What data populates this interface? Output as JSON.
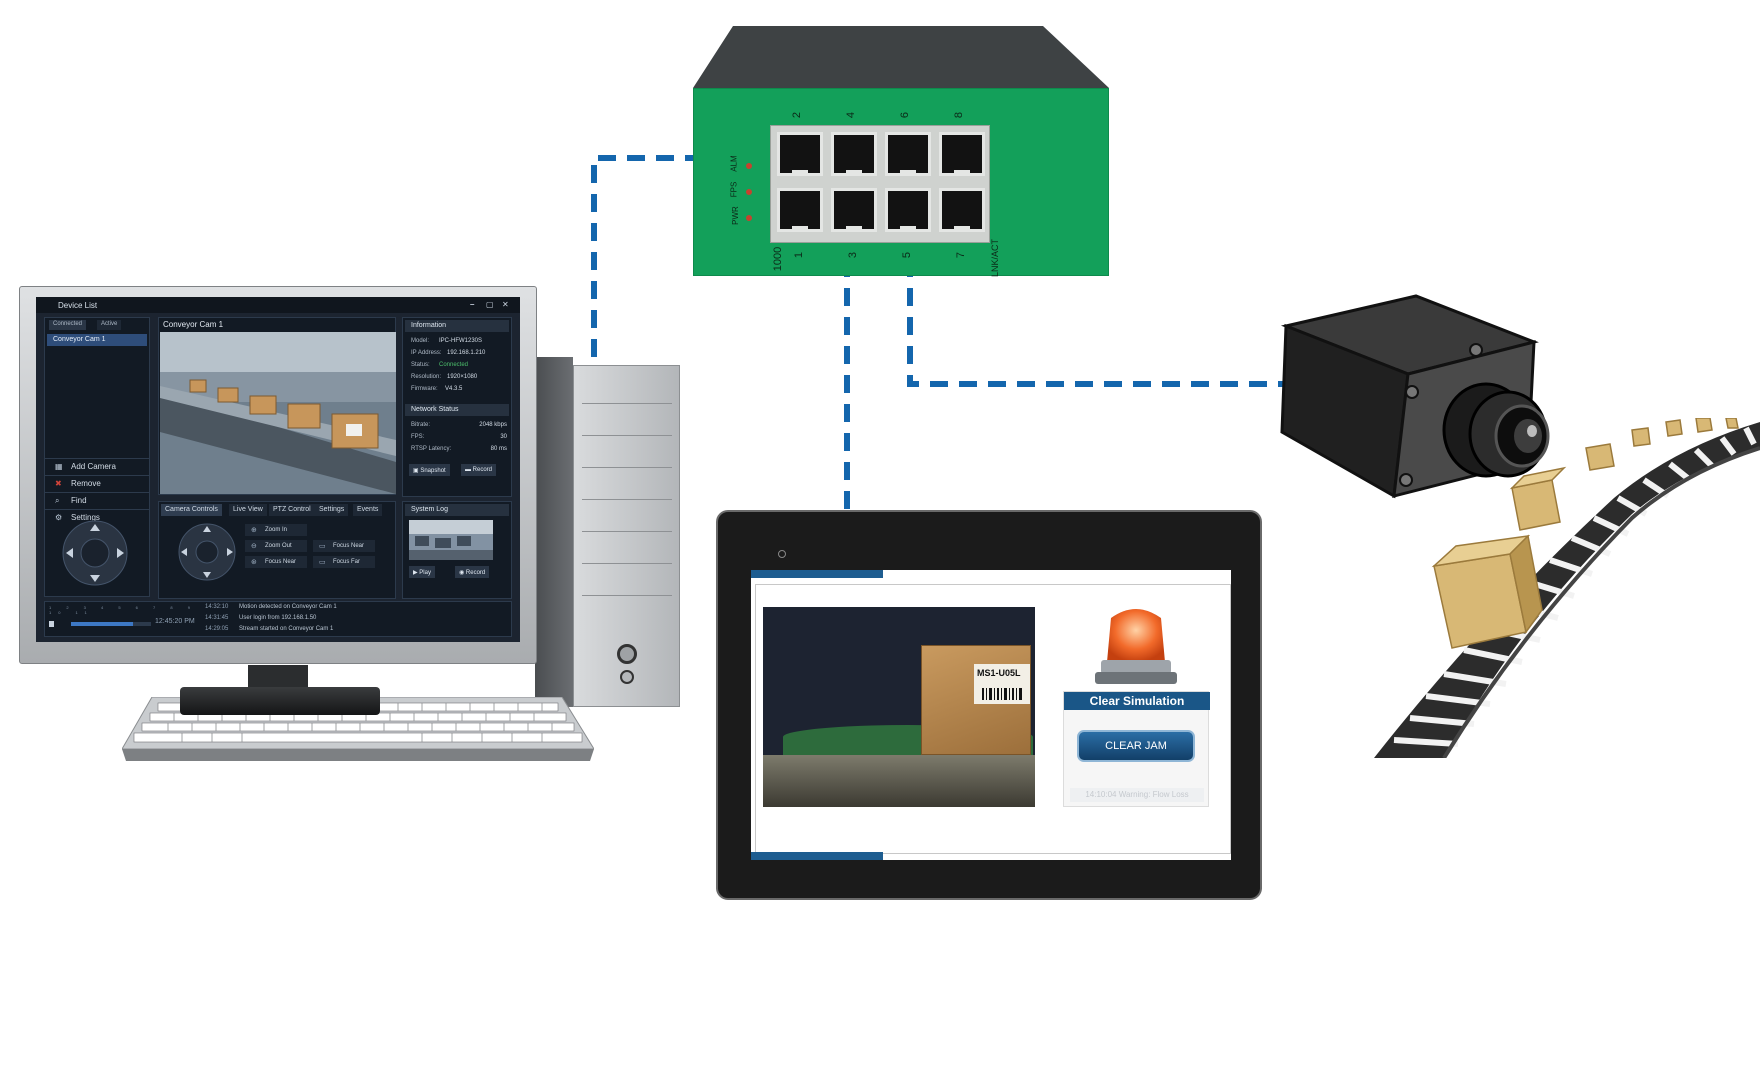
{
  "switch": {
    "port_labels_top": [
      "2",
      "4",
      "6",
      "8"
    ],
    "port_labels_bottom": [
      "1000",
      "1",
      "3",
      "5",
      "7",
      "LNK/ACT"
    ],
    "led_labels": [
      "ALM",
      "FPS",
      "PWR"
    ]
  },
  "desktop_app": {
    "window_title": "Device List",
    "window_buttons": [
      "–",
      "▢",
      "✕"
    ],
    "left_tabs": [
      "Connected",
      "Active"
    ],
    "device": "Conveyor Cam 1",
    "menu": [
      {
        "icon": "add-camera-icon",
        "label": "Add Camera"
      },
      {
        "icon": "remove-icon",
        "label": "Remove"
      },
      {
        "icon": "find-icon",
        "label": "Find"
      },
      {
        "icon": "settings-icon",
        "label": "Settings"
      }
    ],
    "video_label": "Conveyor Cam 1",
    "info_title": "Information",
    "info": [
      {
        "k": "Model:",
        "v": "IPC-HFW1230S"
      },
      {
        "k": "IP Address:",
        "v": "192.168.1.210"
      },
      {
        "k": "Status:",
        "v": "Connected"
      },
      {
        "k": "Resolution:",
        "v": "1920×1080"
      },
      {
        "k": "Firmware:",
        "v": "V4.3.5"
      }
    ],
    "network_title": "Network Status",
    "network": [
      {
        "k": "Bitrate:",
        "v": "2048 kbps"
      },
      {
        "k": "FPS:",
        "v": "30"
      },
      {
        "k": "RTSP Latency:",
        "v": "80 ms"
      }
    ],
    "snapshot_label": "Snapshot",
    "record_label": "Record",
    "control_tabs": [
      "Camera Controls",
      "Live View",
      "PTZ Control",
      "Settings",
      "Events"
    ],
    "controls": [
      "Zoom In",
      "Zoom Out",
      "Focus Near",
      "Focus Near",
      "Focus Far"
    ],
    "log_title": "System Log",
    "play_label": "Play",
    "record2_label": "Record",
    "timestamp": "12:45:20 PM",
    "ruler": "1 2 3 4 5 6 7 8 9 10 11",
    "log_lines": [
      {
        "t": "14:32:10",
        "msg": "Motion detected on Conveyor Cam 1"
      },
      {
        "t": "14:31:45",
        "msg": "User login from 192.168.1.50"
      },
      {
        "t": "14:29:05",
        "msg": "Stream started on Conveyor Cam 1"
      }
    ]
  },
  "tablet": {
    "feed_box_label": "MS1-U05L",
    "panel_title": "Clear Simulation",
    "clear_button": "CLEAR JAM",
    "faint_text": "14:10:04 Warning: Flow Loss"
  },
  "colors": {
    "link": "#1466ad",
    "switch_green": "#13a05a",
    "tablet_header": "#1a5687"
  }
}
